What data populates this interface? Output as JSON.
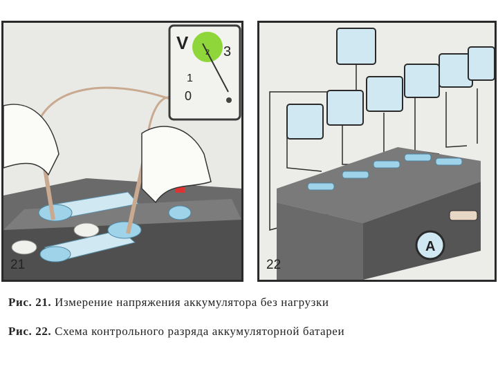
{
  "figure21": {
    "number": "21",
    "meter": {
      "unit": "V",
      "scale_labels": [
        "3",
        "1",
        "0",
        "2"
      ]
    },
    "caption_prefix": "Рис. 21.",
    "caption_text": "Измерение напряжения аккумулятора без нагрузки"
  },
  "figure22": {
    "number": "22",
    "ammeter_label": "A",
    "caption_prefix": "Рис. 22.",
    "caption_text": "Схема контрольного разряда аккумуляторной батареи"
  },
  "colors": {
    "battery": "#5d5d5d",
    "terminal": "#9fd3ea",
    "meter_green": "#8fd63a",
    "hand": "#fbfbf8"
  }
}
